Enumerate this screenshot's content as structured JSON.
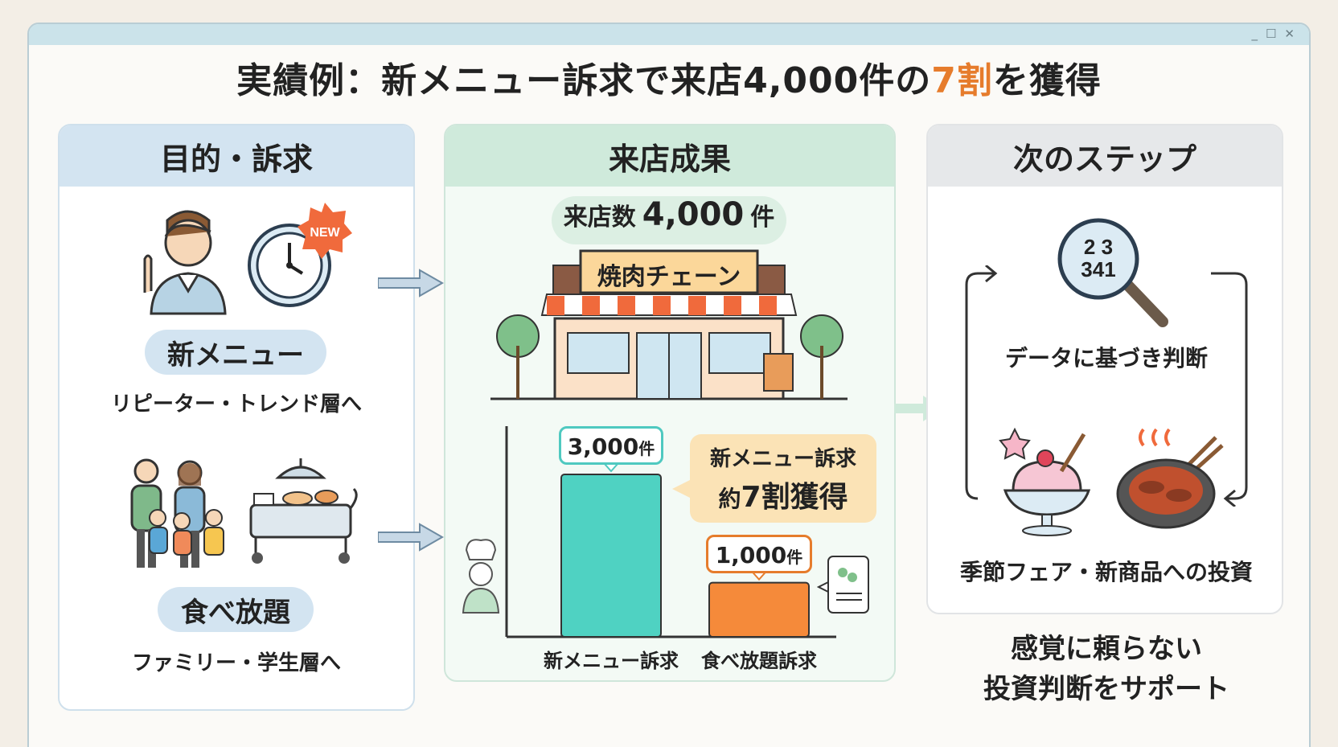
{
  "window": {
    "controls": {
      "minimize": "_",
      "maximize": "☐",
      "close": "✕"
    }
  },
  "title": {
    "prefix": "実績例：新メニュー訴求で来店4,000件の",
    "highlight": "7割",
    "suffix": "を獲得"
  },
  "panels": {
    "purpose": {
      "heading": "目的・訴求",
      "items": [
        {
          "badge_icon_text": "NEW",
          "pill": "新メニュー",
          "caption": "リピーター・トレンド層へ"
        },
        {
          "pill": "食べ放題",
          "caption": "ファミリー・学生層へ"
        }
      ]
    },
    "results": {
      "heading": "来店成果",
      "visit_badge": {
        "label": "来店数",
        "value": "4,000",
        "unit": "件"
      },
      "store_sign": "焼肉チェーン",
      "note": {
        "line1": "新メニュー訴求",
        "line2_prefix": "約",
        "line2_value": "7割",
        "line2_suffix": "獲得"
      }
    },
    "next": {
      "heading": "次のステップ",
      "magnifier_digits": {
        "row1": "2  3",
        "row2": "341"
      },
      "caption1": "データに基づき判断",
      "caption2": "季節フェア・新商品への投資"
    }
  },
  "summary": {
    "line1": "感覚に頼らない",
    "line2": "投資判断をサポート"
  },
  "chart_data": {
    "type": "bar",
    "categories": [
      "新メニュー訴求",
      "食べ放題訴求"
    ],
    "values": [
      3000,
      1000
    ],
    "value_labels": [
      {
        "num": "3,000",
        "unit": "件"
      },
      {
        "num": "1,000",
        "unit": "件"
      }
    ],
    "colors": [
      "#4fd2c2",
      "#f58a3a"
    ]
  },
  "colors": {
    "accent": "#e67c2c",
    "teal": "#4fd2c2",
    "orange": "#f58a3a"
  }
}
